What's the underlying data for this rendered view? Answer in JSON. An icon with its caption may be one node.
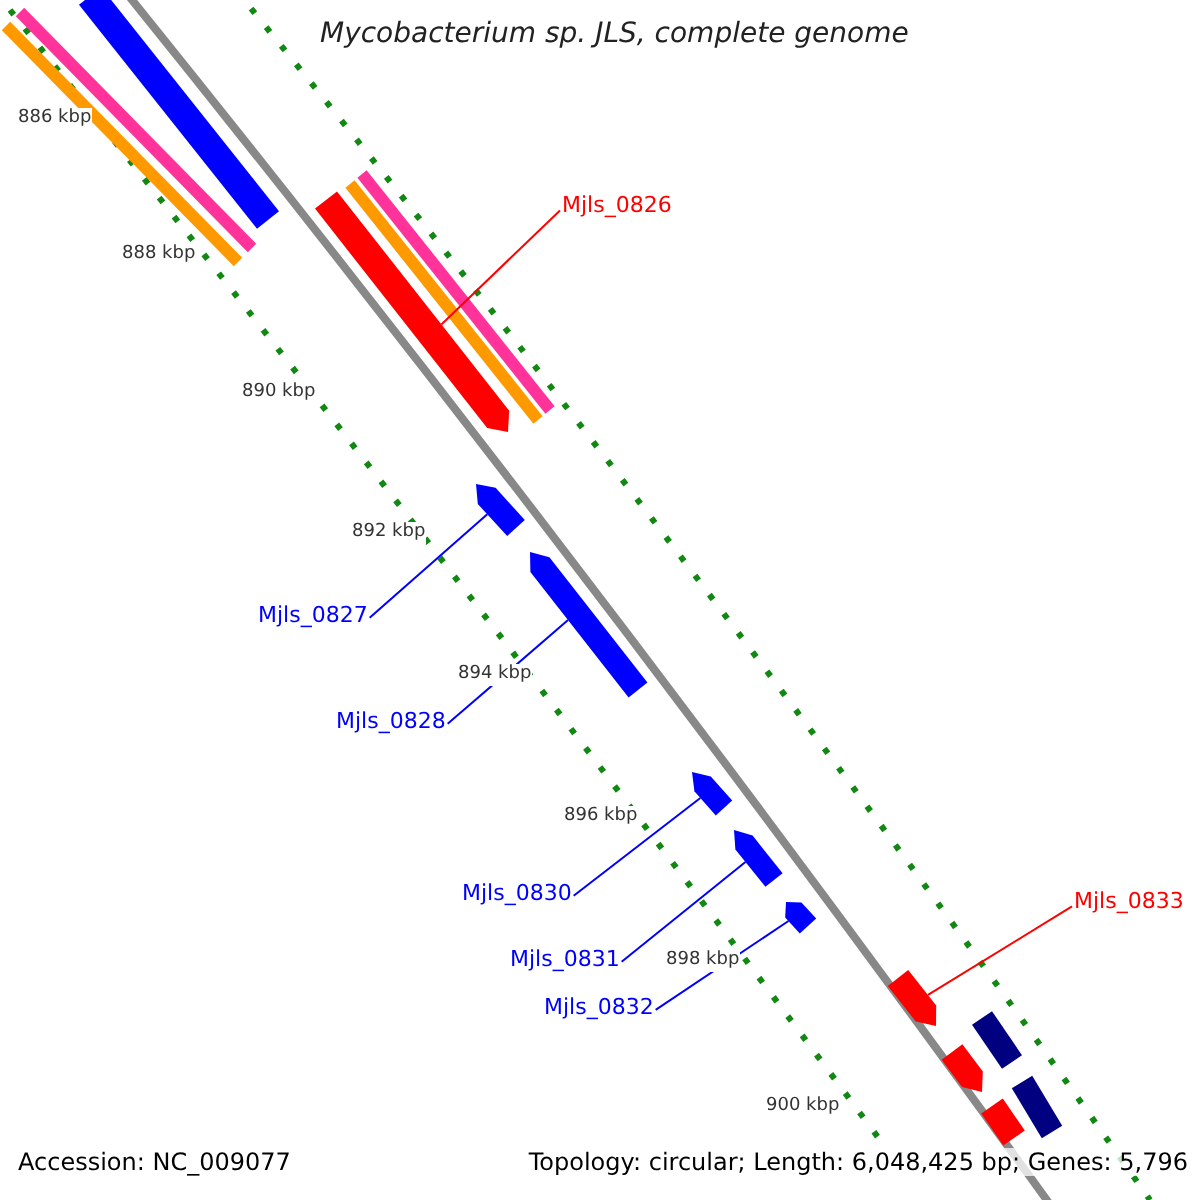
{
  "diagram": {
    "title": "Mycobacterium sp. JLS, complete genome",
    "nodes": [
      {
        "text": [
          "Mjls_0826"
        ]
      },
      {
        "text": [
          "Mjls_0827"
        ]
      },
      {
        "text": [
          "Mjls_0828"
        ]
      },
      {
        "text": [
          "Mjls_0830"
        ]
      },
      {
        "text": [
          "Mjls_0831"
        ]
      },
      {
        "text": [
          "Mjls_0832"
        ]
      },
      {
        "text": [
          "Mjls_0833"
        ]
      },
      {
        "text": [],
        "shape": "bar"
      },
      {
        "text": [],
        "shape": "bar"
      },
      {
        "text": [],
        "shape": "bar"
      },
      {
        "text": [],
        "shape": "bar"
      },
      {
        "text": [],
        "shape": "bar"
      },
      {
        "text": [],
        "shape": "bar"
      },
      {
        "text": [],
        "shape": "bar"
      },
      {
        "text": [],
        "shape": "bar"
      },
      {
        "text": [],
        "shape": "bar"
      },
      {
        "text": [],
        "shape": "bar"
      },
      {
        "text": [],
        "shape": "bar"
      },
      {
        "text": [],
        "shape": "bar"
      },
      {
        "text": [],
        "shape": "bar"
      },
      {
        "text": [],
        "shape": "bar"
      },
      {
        "text": [],
        "shape": "bar"
      },
      {
        "text": [],
        "shape": "bar"
      }
    ],
    "edges": [
      {
        "from": 0,
        "to": 10,
        "arrow": "none",
        "color": "#ff0000"
      },
      {
        "from": 1,
        "to": 13,
        "arrow": "none"
      },
      {
        "from": 2,
        "to": 14,
        "arrow": "none"
      },
      {
        "from": 3,
        "to": 15,
        "arrow": "none"
      },
      {
        "from": 4,
        "to": 16,
        "arrow": "none"
      },
      {
        "from": 5,
        "to": 17,
        "arrow": "none"
      },
      {
        "from": 6,
        "to": 18,
        "arrow": "none",
        "color": "#ff0000"
      }
    ],
    "labels": [
      "886 kbp",
      "888 kbp",
      "890 kbp",
      "892 kbp",
      "894 kbp",
      "896 kbp",
      "898 kbp",
      "900 kbp",
      "Accession: NC_009077",
      "Topology: circular; Length: 6,048,425 bp; Genes: 5,796"
    ]
  }
}
